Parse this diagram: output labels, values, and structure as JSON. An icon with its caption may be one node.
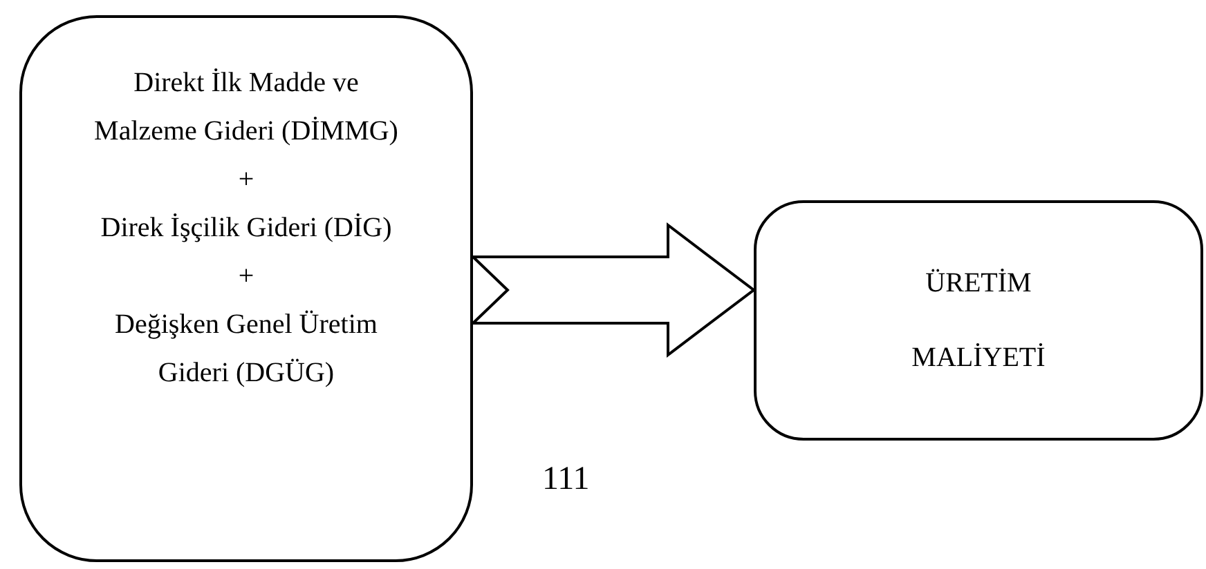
{
  "diagram": {
    "nodes": [
      {
        "text": [
          "Direkt İlk Madde ve Malzeme Gideri (DİMMG)",
          "+",
          "Direk İşçilik Gideri (DİG)",
          "+",
          "Değişken Genel Üretim Gideri (DGÜG)"
        ]
      },
      {
        "text": [
          "ÜRETİM",
          "MALİYETİ"
        ]
      }
    ],
    "edges": [
      {
        "from": 0,
        "to": 1,
        "arrow": "to",
        "style": "thick"
      }
    ],
    "labels": [
      "111"
    ]
  }
}
